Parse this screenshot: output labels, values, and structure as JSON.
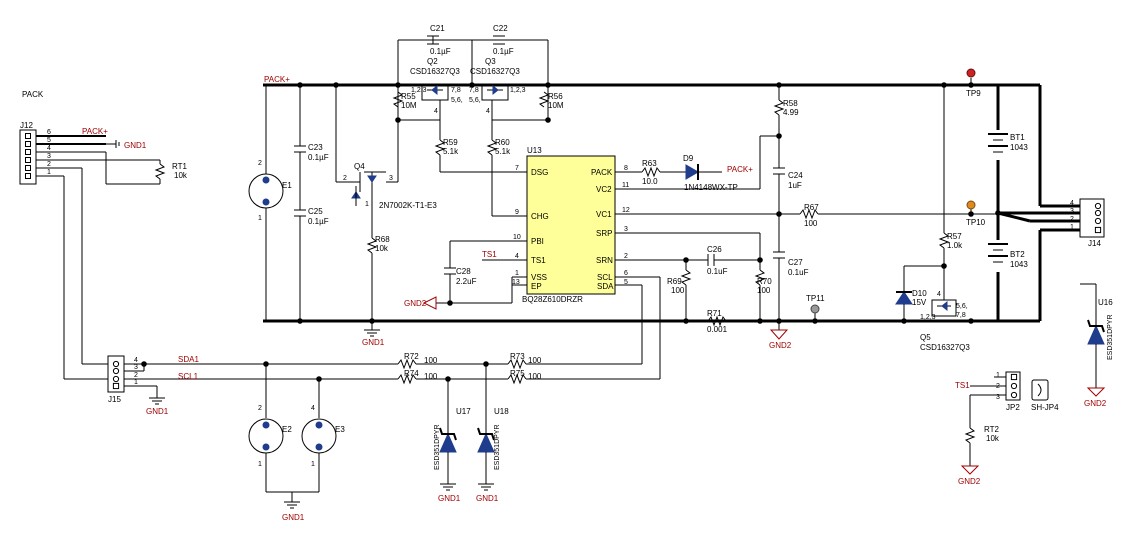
{
  "labels": {
    "pack_title": "PACK",
    "j12": "J12",
    "j15": "J15",
    "j14": "J14",
    "jp2": "JP2",
    "sh_jp4": "SH-JP4",
    "pack_plus_top": "PACK+",
    "pack_plus_j12": "PACK+",
    "pack_plus_d9": "PACK+",
    "ts1_u13": "TS1",
    "ts1_jp2": "TS1",
    "sda1": "SDA1",
    "scl1": "SCL1",
    "gnd1_j12": "GND1",
    "gnd1_q4": "GND1",
    "gnd1_j15": "GND1",
    "gnd1_e": "GND1",
    "gnd1_u17": "GND1",
    "gnd1_u18": "GND1",
    "gnd2_vss": "GND2",
    "gnd2_c26": "GND2",
    "gnd2_u16": "GND2",
    "gnd2_rt2": "GND2"
  },
  "u13": {
    "ref": "U13",
    "part": "BQ28Z610DRZR",
    "pins_left": [
      {
        "num": "7",
        "name": "DSG"
      },
      {
        "num": "9",
        "name": "CHG"
      },
      {
        "num": "10",
        "name": "PBI"
      },
      {
        "num": "4",
        "name": "TS1"
      },
      {
        "num": "1",
        "name": "VSS"
      },
      {
        "num": "13",
        "name": "EP"
      }
    ],
    "pins_right": [
      {
        "num": "8",
        "name": "PACK"
      },
      {
        "num": "11",
        "name": "VC2"
      },
      {
        "num": "12",
        "name": "VC1"
      },
      {
        "num": "3",
        "name": "SRP"
      },
      {
        "num": "2",
        "name": "SRN"
      },
      {
        "num": "6",
        "name": "SCL"
      },
      {
        "num": "5",
        "name": "SDA"
      }
    ]
  },
  "components": {
    "c21": {
      "ref": "C21",
      "value": "0.1µF"
    },
    "c22": {
      "ref": "C22",
      "value": "0.1µF"
    },
    "q2": {
      "ref": "Q2",
      "part": "CSD16327Q3",
      "p1": "1,2,3",
      "p2": "7,8",
      "p3": "5,6,"
    },
    "q3": {
      "ref": "Q3",
      "part": "CSD16327Q3",
      "p1": "1,2,3",
      "p2": "7,8",
      "p3": "5,6,"
    },
    "q5": {
      "ref": "Q5",
      "part": "CSD16327Q3",
      "p1": "1,2,3",
      "p2": "5,6,",
      "p3": "7,8"
    },
    "q4": {
      "ref": "Q4",
      "part": "2N7002K-T1-E3",
      "p2": "2",
      "p3": "3",
      "p1": "1"
    },
    "r55": {
      "ref": "R55",
      "value": "10M"
    },
    "r56": {
      "ref": "R56",
      "value": "10M"
    },
    "r58": {
      "ref": "R58",
      "value": "4.99"
    },
    "r59": {
      "ref": "R59",
      "value": "5.1k"
    },
    "r60": {
      "ref": "R60",
      "value": "5.1k"
    },
    "r63": {
      "ref": "R63",
      "value": "10.0"
    },
    "r67": {
      "ref": "R67",
      "value": "100"
    },
    "r57": {
      "ref": "R57",
      "value": "1.0k"
    },
    "r68": {
      "ref": "R68",
      "value": "10k"
    },
    "r69": {
      "ref": "R69",
      "value": "100"
    },
    "r70": {
      "ref": "R70",
      "value": "100"
    },
    "r71": {
      "ref": "R71",
      "value": "0.001"
    },
    "r72": {
      "ref": "R72",
      "value": "100"
    },
    "r73": {
      "ref": "R73",
      "value": "100"
    },
    "r74": {
      "ref": "R74",
      "value": "100"
    },
    "r75": {
      "ref": "R75",
      "value": "100"
    },
    "rt1": {
      "ref": "RT1",
      "value": "10k"
    },
    "rt2": {
      "ref": "RT2",
      "value": "10k"
    },
    "c23": {
      "ref": "C23",
      "value": "0.1µF"
    },
    "c25": {
      "ref": "C25",
      "value": "0.1µF"
    },
    "c24": {
      "ref": "C24",
      "value": "1uF"
    },
    "c26": {
      "ref": "C26",
      "value": "0.1uF"
    },
    "c27": {
      "ref": "C27",
      "value": "0.1uF"
    },
    "c28": {
      "ref": "C28",
      "value": "2.2uF"
    },
    "d9": {
      "ref": "D9",
      "part": "1N4148WX-TP"
    },
    "d10": {
      "ref": "D10",
      "value": "15V"
    },
    "u16": {
      "ref": "U16",
      "part": "ESD351DPYR"
    },
    "u17": {
      "ref": "U17",
      "part": "ESD351DPYR"
    },
    "u18": {
      "ref": "U18",
      "part": "ESD351DPYR"
    },
    "bt1": {
      "ref": "BT1",
      "value": "1043"
    },
    "bt2": {
      "ref": "BT2",
      "value": "1043"
    },
    "e1": {
      "ref": "E1"
    },
    "e2": {
      "ref": "E2"
    },
    "e3": {
      "ref": "E3"
    },
    "tp9": {
      "ref": "TP9"
    },
    "tp10": {
      "ref": "TP10"
    },
    "tp11": {
      "ref": "TP11"
    }
  },
  "pin_numbers": {
    "j12": [
      "6",
      "5",
      "4",
      "3",
      "2",
      "1"
    ],
    "j15": [
      "4",
      "3",
      "2",
      "1"
    ],
    "j14": [
      "4",
      "3",
      "2",
      "1"
    ],
    "jp2": [
      "1",
      "2",
      "3"
    ],
    "two": "2",
    "one": "1",
    "four": "4"
  },
  "colors": {
    "wire": "#000000",
    "net_label": "#a00000",
    "ic_fill": "#ffff99",
    "diode_fill": "#1f3d8c",
    "tp9": "#cc2222",
    "tp10": "#e08a1e",
    "tp11": "#999999"
  }
}
